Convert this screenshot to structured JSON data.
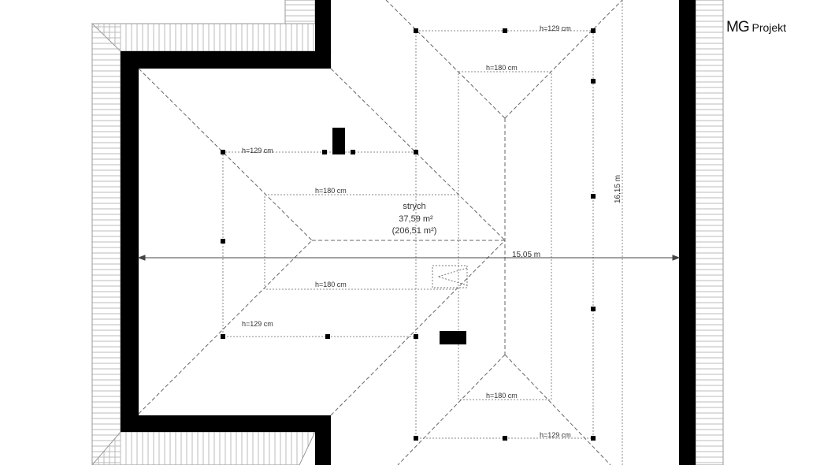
{
  "logo": {
    "brand": "MG",
    "name": "Projekt"
  },
  "room": {
    "name": "strych",
    "area": "37,59 m²",
    "total_area": "(206,51 m²)"
  },
  "heights": {
    "h129": "h=129 cm",
    "h180": "h=180 cm"
  },
  "dimensions": {
    "width": "15,05 m",
    "length": "16,15 m"
  }
}
